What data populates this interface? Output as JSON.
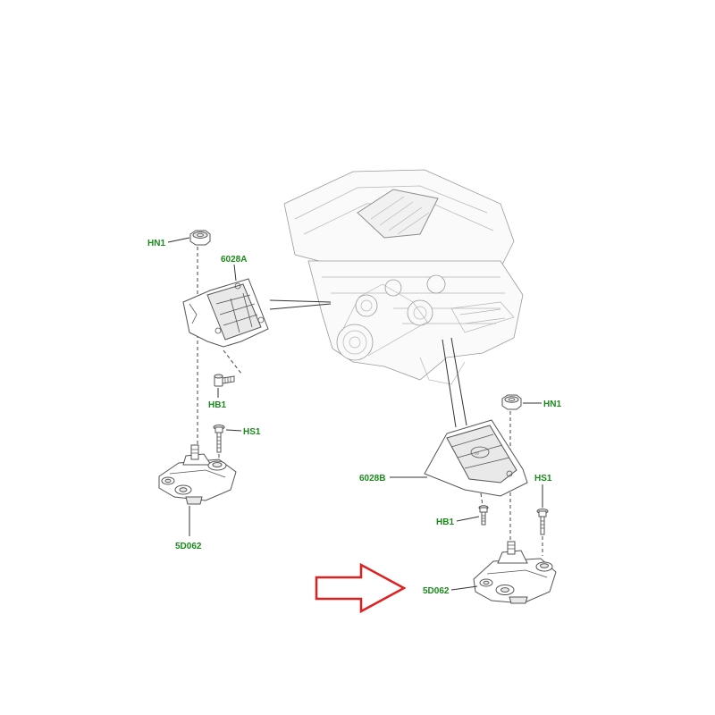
{
  "colors": {
    "label_green": "#1a8a1a",
    "arrow_red": "#e02020",
    "line_gray": "#555555"
  },
  "labels": {
    "hn1_left": "HN1",
    "bracket_6028a": "6028A",
    "hb1_left": "HB1",
    "hs1_left": "HS1",
    "mount_5d062_left": "5D062",
    "hn1_right": "HN1",
    "hs1_right": "HS1",
    "bracket_6028b": "6028B",
    "hb1_right": "HB1",
    "mount_5d062_right": "5D062"
  },
  "highlight_arrow": {
    "target": "5D062",
    "direction": "right",
    "icon": "red-outline-arrow-icon"
  }
}
